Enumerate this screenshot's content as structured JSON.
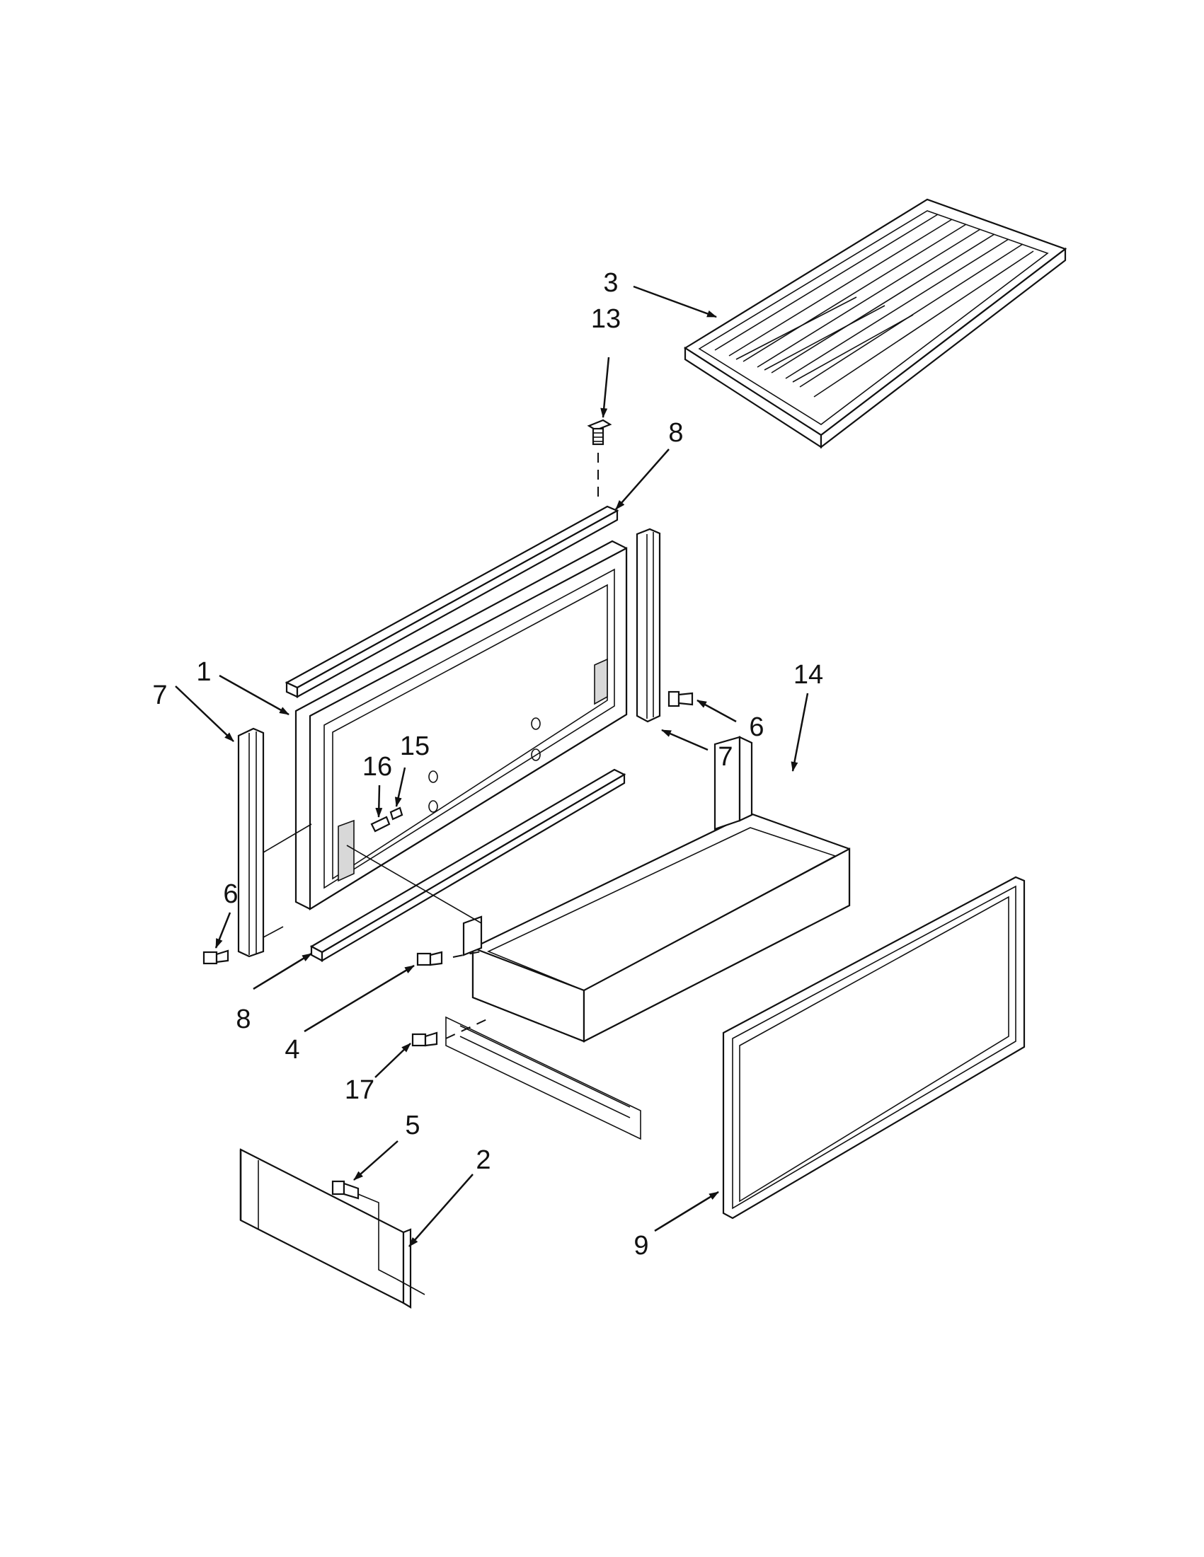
{
  "callouts": {
    "c1": "1",
    "c2": "2",
    "c3": "3",
    "c4": "4",
    "c5": "5",
    "c6a": "6",
    "c6b": "6",
    "c7a": "7",
    "c7b": "7",
    "c8a": "8",
    "c8b": "8",
    "c9": "9",
    "c13": "13",
    "c14": "14",
    "c15": "15",
    "c16": "16",
    "c17": "17"
  }
}
